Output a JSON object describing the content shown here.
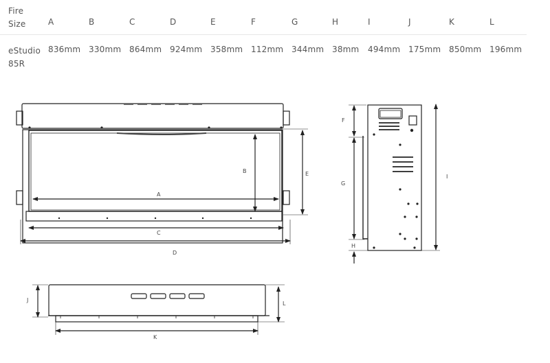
{
  "table": {
    "headers": [
      "Fire Size",
      "A",
      "B",
      "C",
      "D",
      "E",
      "F",
      "G",
      "H",
      "I",
      "J",
      "K",
      "L"
    ],
    "header_first_lines": [
      "Fire",
      "Size"
    ],
    "rows": [
      {
        "model_lines": [
          "eStudio",
          "85R"
        ],
        "values": [
          "836mm",
          "330mm",
          "864mm",
          "924mm",
          "358mm",
          "112mm",
          "344mm",
          "38mm",
          "494mm",
          "175mm",
          "850mm",
          "196mm"
        ]
      }
    ]
  },
  "diagrams": {
    "front_view": {
      "labels": [
        "A",
        "B",
        "C",
        "D",
        "E"
      ]
    },
    "side_view": {
      "labels": [
        "F",
        "G",
        "H",
        "I"
      ]
    },
    "top_view": {
      "labels": [
        "J",
        "K",
        "L"
      ]
    }
  }
}
